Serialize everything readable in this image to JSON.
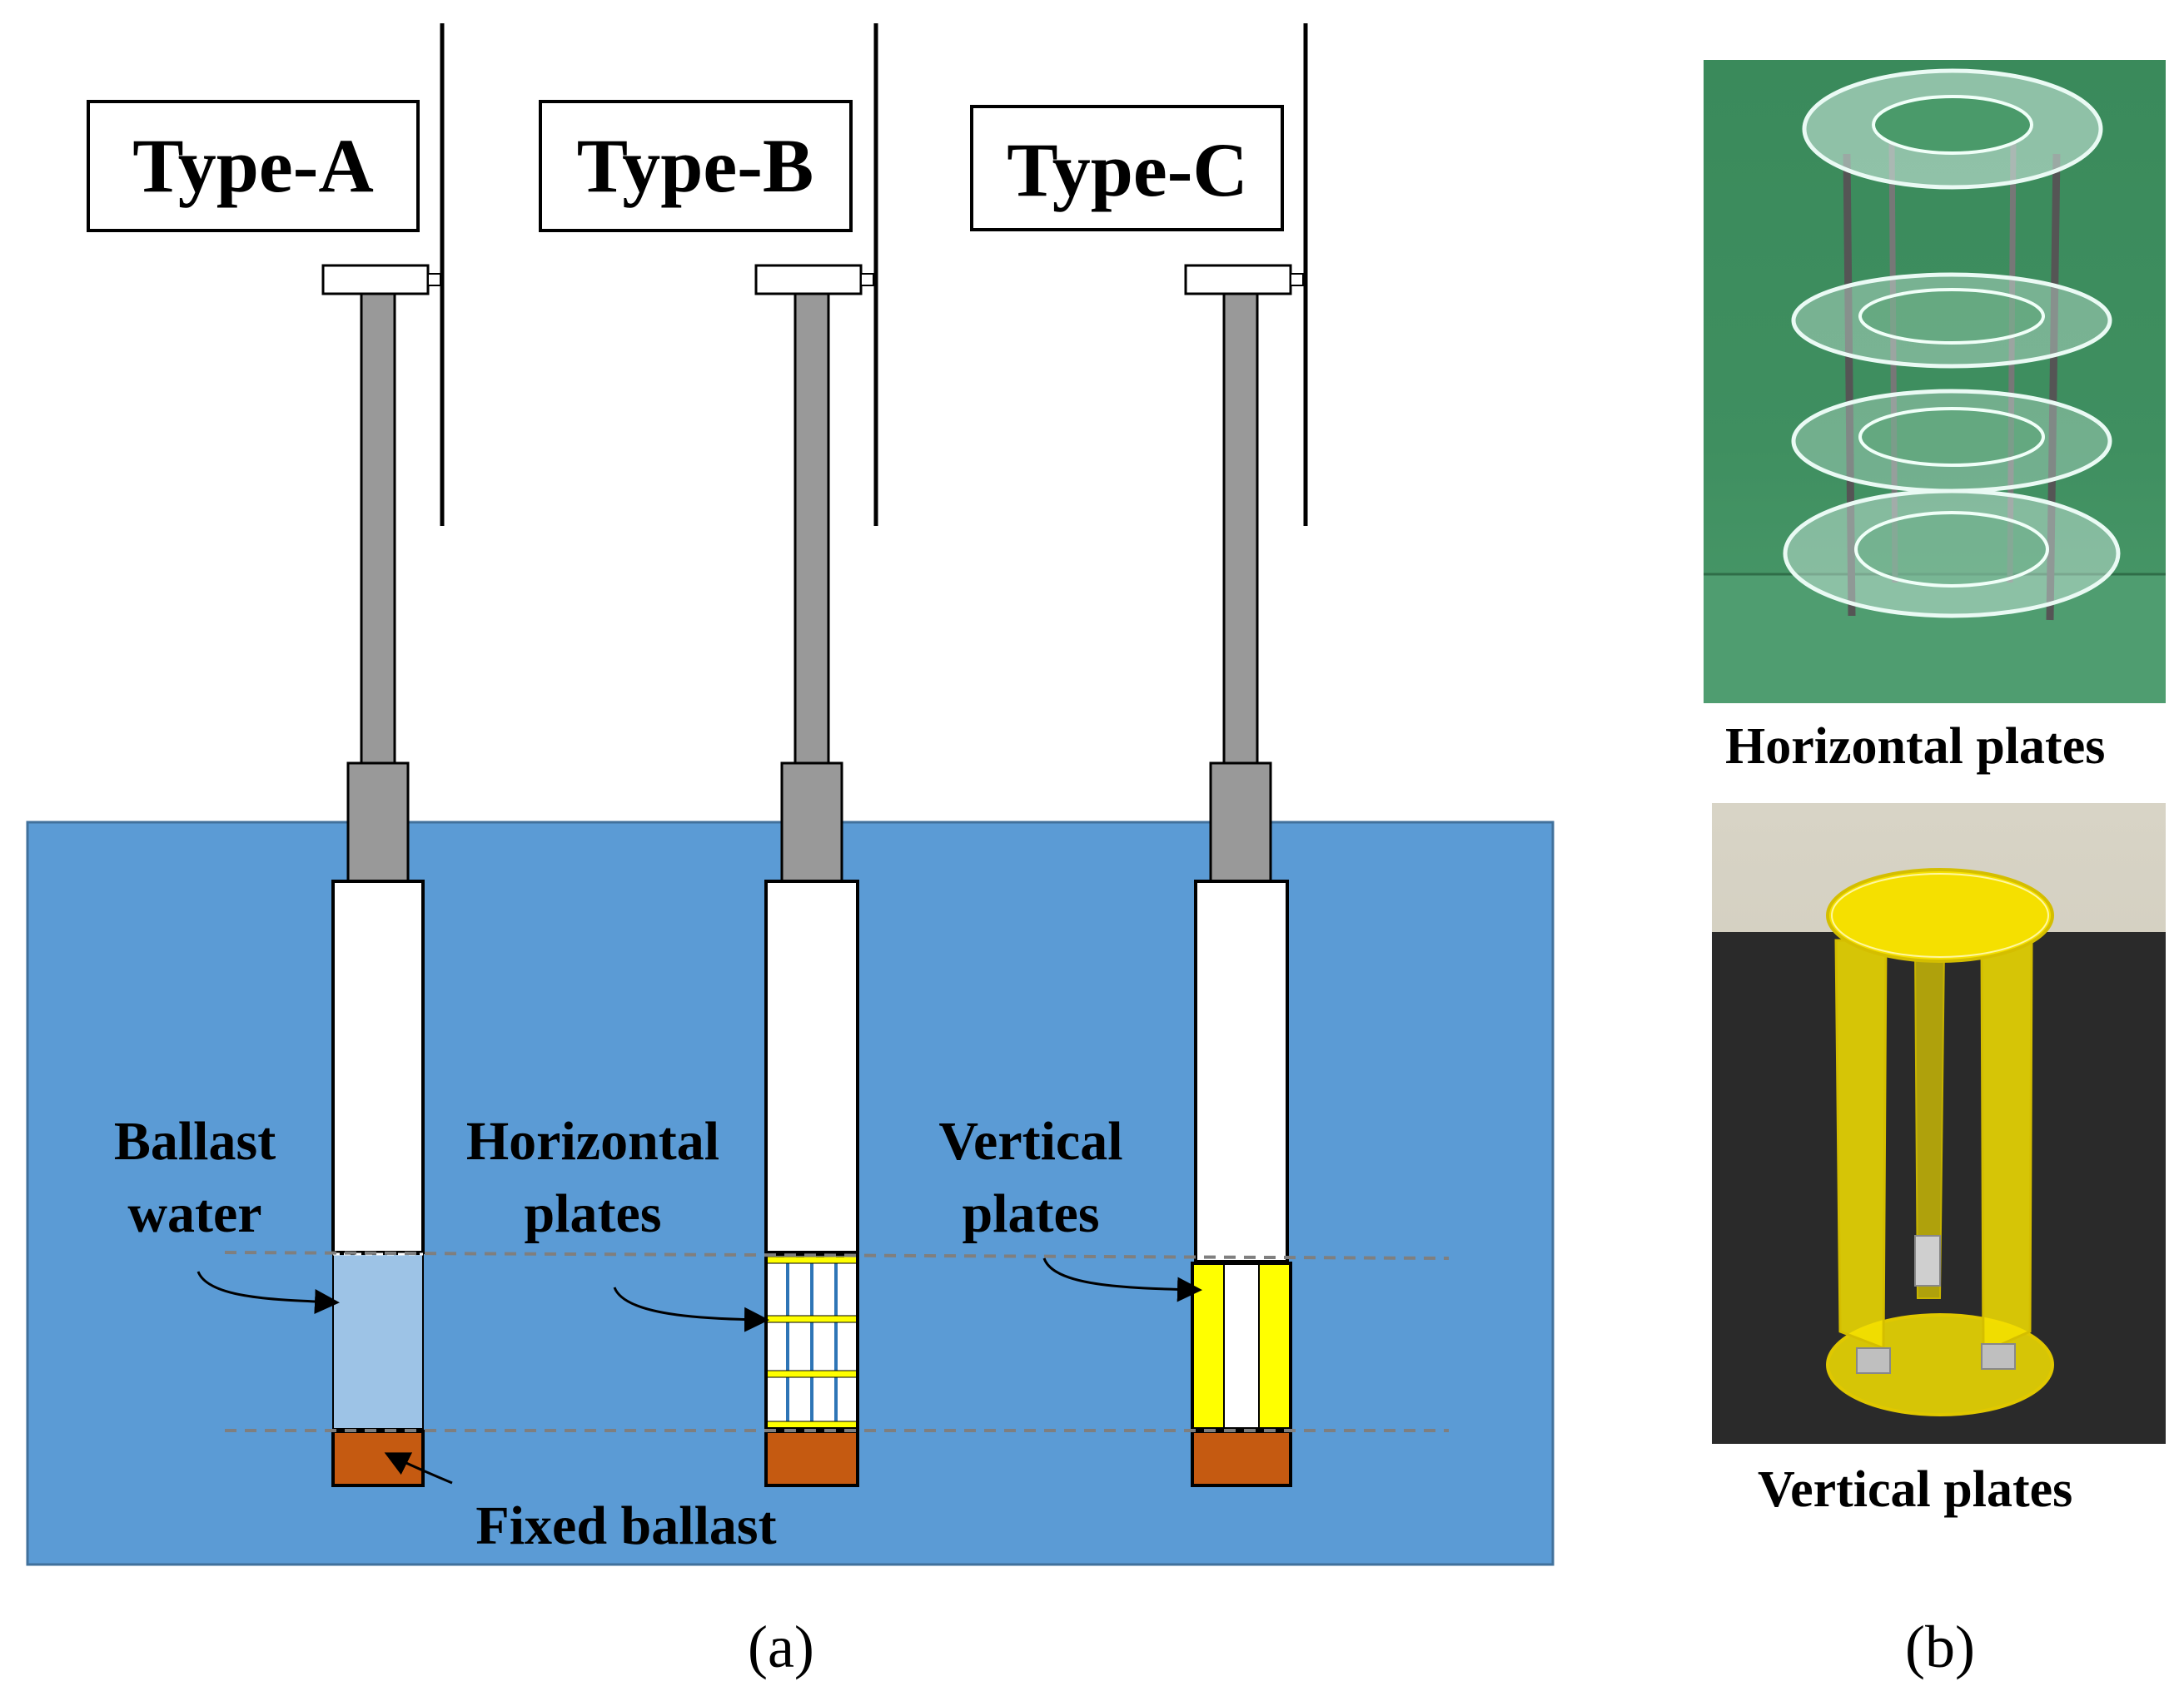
{
  "panel_a": {
    "panel_label": "(a)",
    "types": [
      {
        "label": "Type-A",
        "compartment": "ballast-water"
      },
      {
        "label": "Type-B",
        "compartment": "horizontal-plates"
      },
      {
        "label": "Type-C",
        "compartment": "vertical-plates"
      }
    ],
    "annotations": {
      "ballast_water": [
        "Ballast",
        "water"
      ],
      "horizontal_plates": [
        "Horizontal",
        "plates"
      ],
      "vertical_plates": [
        "Vertical",
        "plates"
      ],
      "fixed_ballast": "Fixed ballast"
    }
  },
  "panel_b": {
    "panel_label": "(b)",
    "photos": [
      {
        "caption": "Horizontal plates"
      },
      {
        "caption": "Vertical plates"
      }
    ]
  },
  "colors": {
    "water": "#5b9bd5",
    "ballast_water": "#9dc3e6",
    "fixed_ballast": "#c55a11",
    "plates": "#ffff00",
    "rod": "#999999",
    "photo_green_bg": "#3f8a5e",
    "photo_dark_bg": "#2a2a2a",
    "acrylic_yellow": "#f5e000"
  }
}
